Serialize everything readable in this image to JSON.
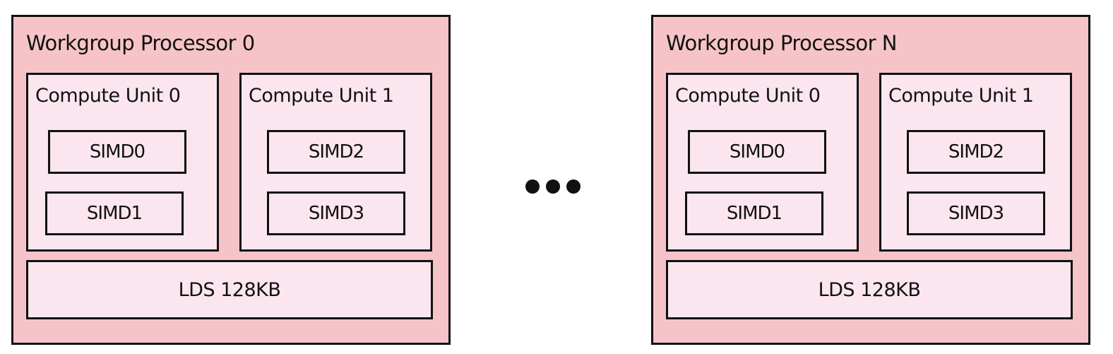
{
  "processors": [
    {
      "title": "Workgroup Processor 0",
      "compute_units": [
        {
          "title": "Compute Unit 0",
          "simds": [
            "SIMD0",
            "SIMD1"
          ]
        },
        {
          "title": "Compute Unit 1",
          "simds": [
            "SIMD2",
            "SIMD3"
          ]
        }
      ],
      "lds": "LDS 128KB"
    },
    {
      "title": "Workgroup Processor N",
      "compute_units": [
        {
          "title": "Compute Unit 0",
          "simds": [
            "SIMD0",
            "SIMD1"
          ]
        },
        {
          "title": "Compute Unit 1",
          "simds": [
            "SIMD2",
            "SIMD3"
          ]
        }
      ],
      "lds": "LDS 128KB"
    }
  ],
  "colors": {
    "processor_fill": "#f6c4c8",
    "unit_fill": "#fbe6ef",
    "outline": "#111111"
  },
  "ellipsis_icon": "ellipsis-icon"
}
